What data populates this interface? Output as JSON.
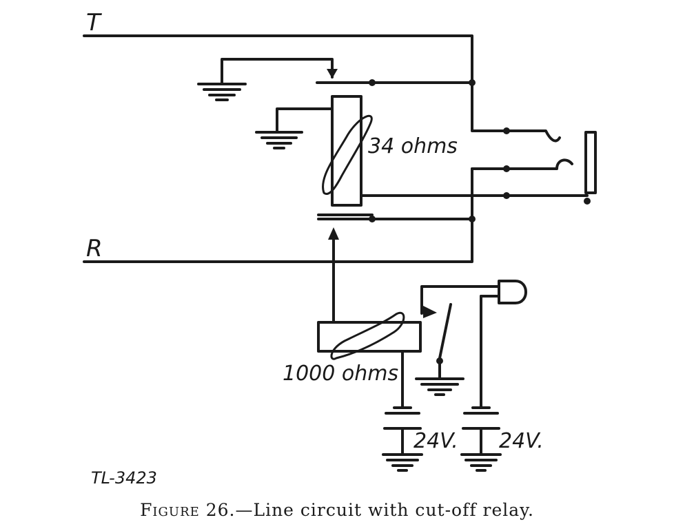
{
  "labels": {
    "tip_line": "T",
    "ring_line": "R",
    "cutoff_relay": "34 ohms",
    "line_relay": "1000 ohms",
    "battery_left": "24V.",
    "battery_right": "24V.",
    "drawing_number": "TL-3423"
  },
  "caption": {
    "figure_word": "Figure 26.",
    "text": "—Line circuit with cut-off relay."
  }
}
